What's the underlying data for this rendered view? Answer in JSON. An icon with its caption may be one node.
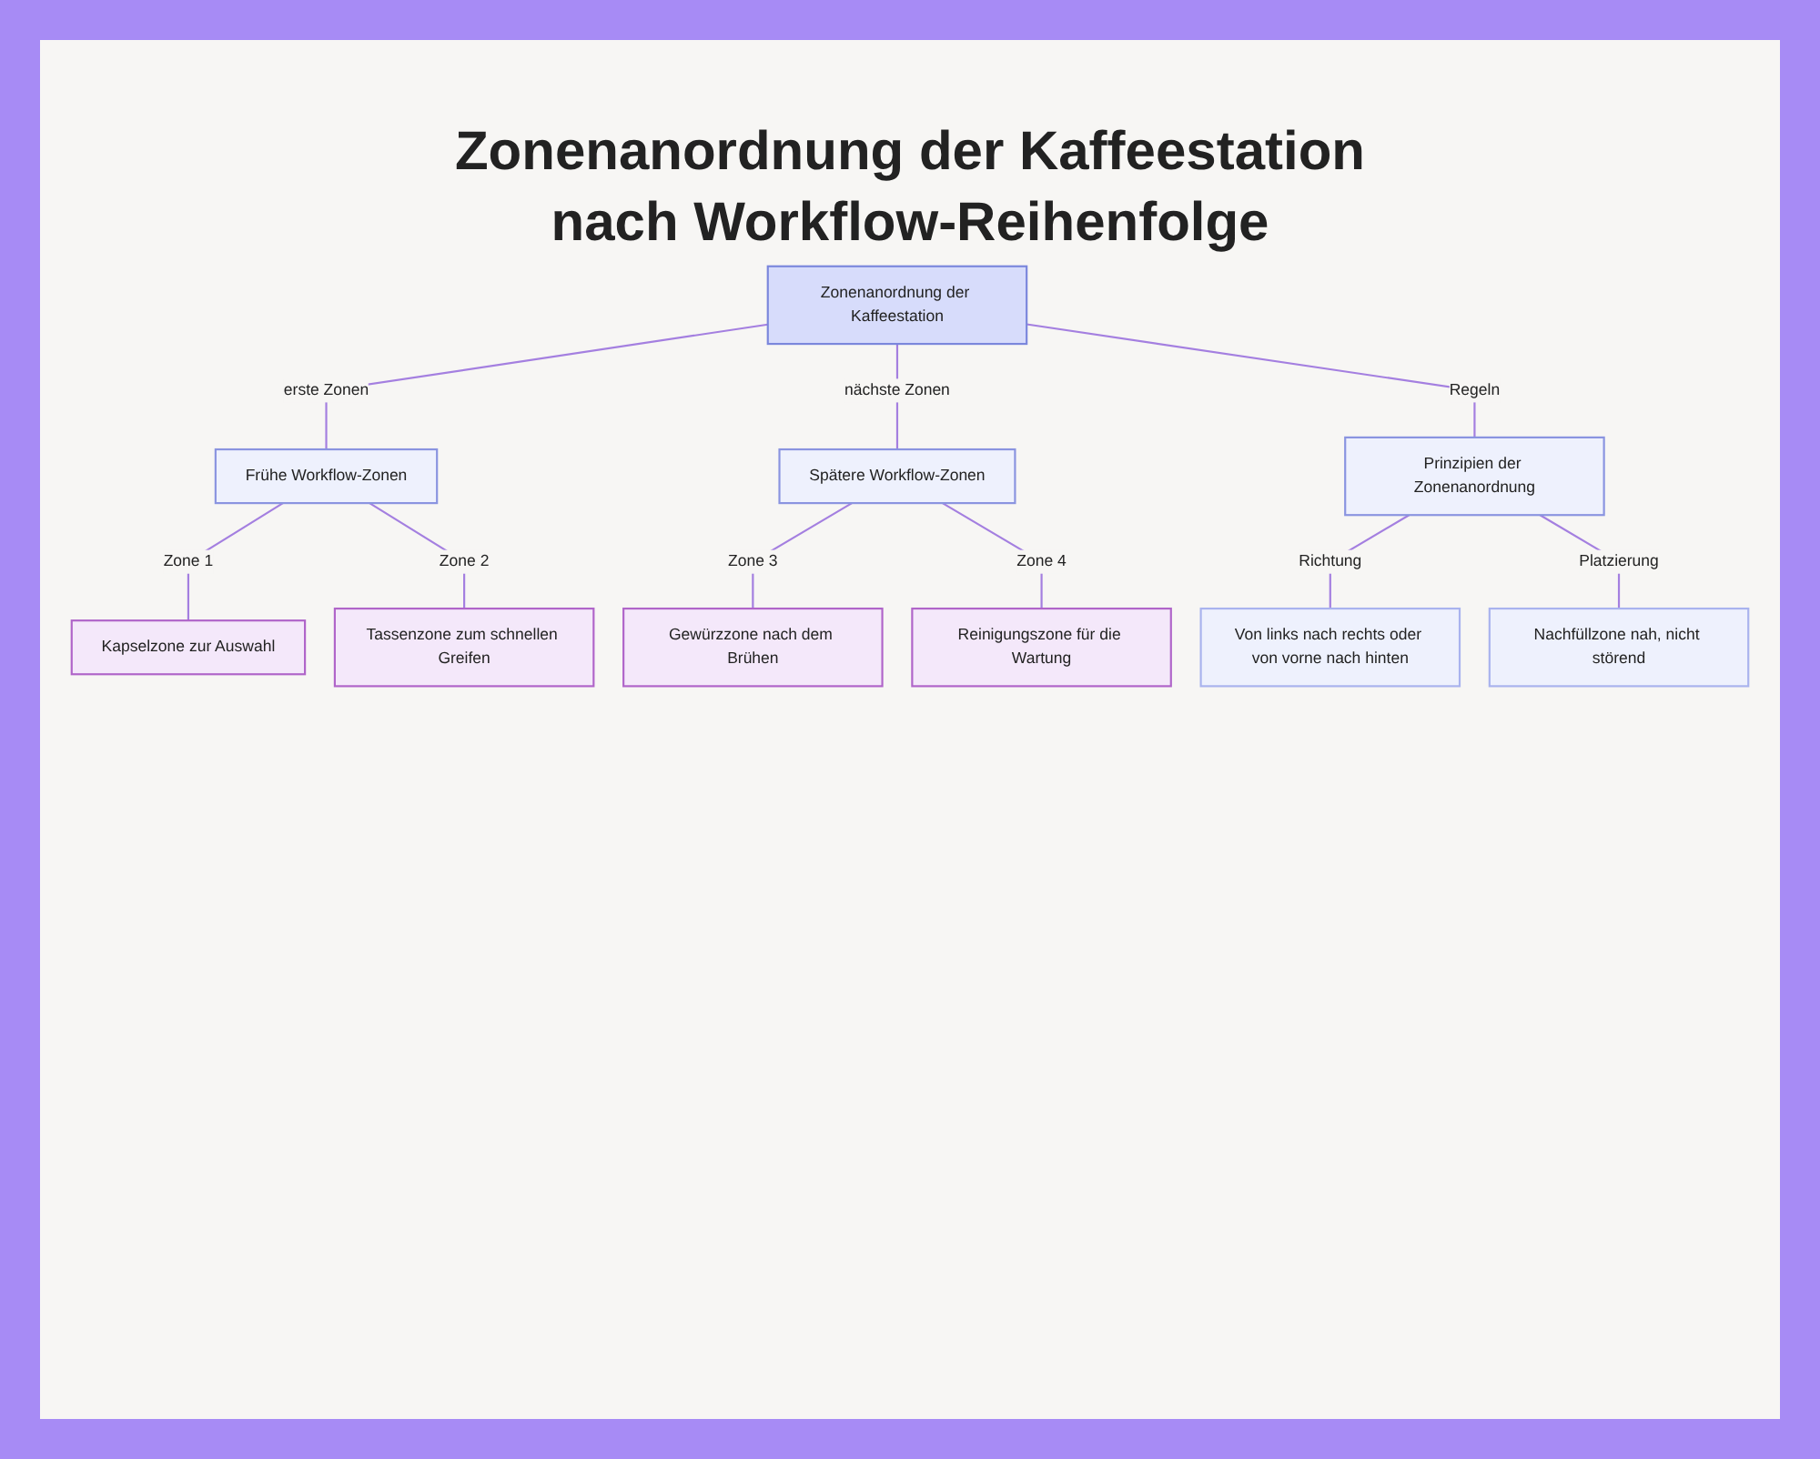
{
  "diagram": {
    "title": "Zonenanordnung der Kaffeestation nach Workflow-Reihenfolge",
    "nodes": [
      {
        "text": [
          "Zonenanordnung der Kaffeestation"
        ]
      },
      {
        "text": [
          "Frühe Workflow-Zonen"
        ]
      },
      {
        "text": [
          "Spätere Workflow-Zonen"
        ]
      },
      {
        "text": [
          "Prinzipien der Zonenanordnung"
        ]
      },
      {
        "text": [
          "Kapselzone zur Auswahl"
        ]
      },
      {
        "text": [
          "Tassenzone zum schnellen Greifen"
        ]
      },
      {
        "text": [
          "Gewürzzone nach dem Brühen"
        ]
      },
      {
        "text": [
          "Reinigungszone für die Wartung"
        ]
      },
      {
        "text": [
          "Von links nach rechts oder von vorne nach hinten"
        ]
      },
      {
        "text": [
          "Nachfüllzone nah, nicht störend"
        ]
      }
    ],
    "edges": [
      {
        "from": 0,
        "to": 1,
        "label": "erste Zonen",
        "arrow": "none"
      },
      {
        "from": 0,
        "to": 2,
        "label": "nächste Zonen",
        "arrow": "none"
      },
      {
        "from": 0,
        "to": 3,
        "label": "Regeln",
        "arrow": "none"
      },
      {
        "from": 1,
        "to": 4,
        "label": "Zone 1",
        "arrow": "none"
      },
      {
        "from": 1,
        "to": 5,
        "label": "Zone 2",
        "arrow": "none"
      },
      {
        "from": 2,
        "to": 6,
        "label": "Zone 3",
        "arrow": "none"
      },
      {
        "from": 2,
        "to": 7,
        "label": "Zone 4",
        "arrow": "none"
      },
      {
        "from": 3,
        "to": 8,
        "label": "Richtung",
        "arrow": "none"
      },
      {
        "from": 3,
        "to": 9,
        "label": "Platzierung",
        "arrow": "none"
      }
    ]
  }
}
